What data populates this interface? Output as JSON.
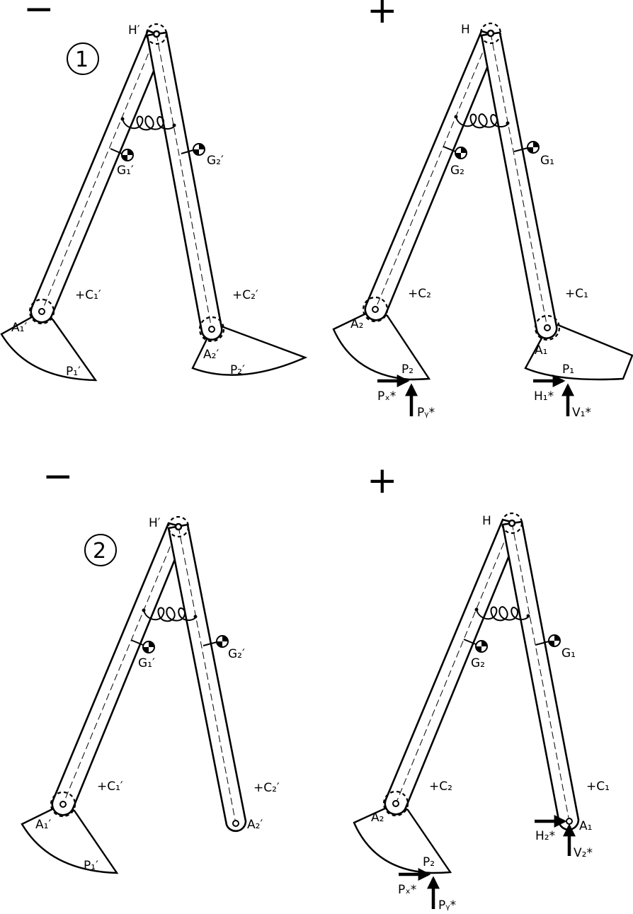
{
  "panels": [
    {
      "id": "p1-minus",
      "sign": "−",
      "case_number": "1",
      "labels": {
        "hip": "H′",
        "g_left": "G₁′",
        "g_right": "G₂′",
        "c_left": "+C₁′",
        "c_right": "+C₂′",
        "a_left": "A₁′",
        "a_right": "A₂′",
        "p_left": "P₁′",
        "p_right": "P₂′"
      }
    },
    {
      "id": "p1-plus",
      "sign": "+",
      "labels": {
        "hip": "H",
        "g_left": "G₂",
        "g_right": "G₁",
        "c_left": "+C₂",
        "c_right": "+C₁",
        "a_left": "A₂",
        "a_right": "A₁",
        "p_left": "P₂",
        "p_right": "P₁",
        "force_left_x": "Pₓ*",
        "force_left_y": "Pᵧ*",
        "force_right_x": "H₁*",
        "force_right_y": "V₁*"
      }
    },
    {
      "id": "p2-minus",
      "sign": "−",
      "case_number": "2",
      "labels": {
        "hip": "H′",
        "g_left": "G₁′",
        "g_right": "G₂′",
        "c_left": "+C₁′",
        "c_right": "+C₂′",
        "a_left": "A₁′",
        "a_right": "A₂′",
        "p_left": "P₁′"
      }
    },
    {
      "id": "p2-plus",
      "sign": "+",
      "labels": {
        "hip": "H",
        "g_left": "G₂",
        "g_right": "G₁",
        "c_left": "+C₂",
        "c_right": "+C₁",
        "a_left": "A₂",
        "a_right": "A₁",
        "p_left": "P₂",
        "force_left_x": "Pₓ*",
        "force_left_y": "Pᵧ*",
        "force_right_x": "H₂*",
        "force_right_y": "V₂*"
      }
    }
  ]
}
